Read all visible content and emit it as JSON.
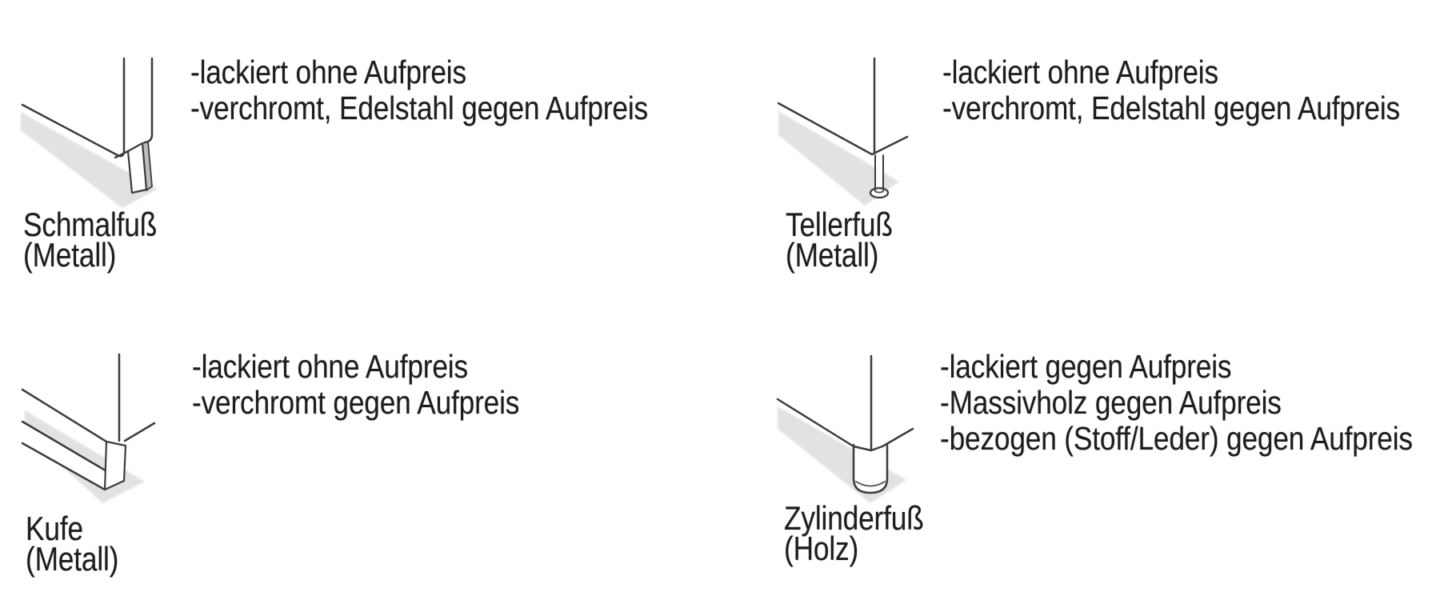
{
  "page": {
    "background": "#ffffff",
    "text_color": "#1d1d1d",
    "shadow_color": "#e2e2e2",
    "line_color": "#3c3c3c"
  },
  "items": [
    {
      "id": "schmalfuss",
      "label": "Schmalfuß",
      "material": "(Metall)",
      "illustration": "schmalfuss-corner-foot-drawing",
      "options": [
        "-lackiert ohne Aufpreis",
        "-verchromt, Edelstahl gegen Aufpreis"
      ]
    },
    {
      "id": "tellerfuss",
      "label": "Tellerfuß",
      "material": "(Metall)",
      "illustration": "tellerfuss-disc-foot-drawing",
      "options": [
        "-lackiert ohne Aufpreis",
        "-verchromt, Edelstahl gegen Aufpreis"
      ]
    },
    {
      "id": "kufe",
      "label": "Kufe",
      "material": "(Metall)",
      "illustration": "kufe-runner-foot-drawing",
      "options": [
        "-lackiert ohne Aufpreis",
        "-verchromt gegen Aufpreis"
      ]
    },
    {
      "id": "zylinderfuss",
      "label": "Zylinderfuß",
      "material": "(Holz)",
      "illustration": "zylinderfuss-cylinder-foot-drawing",
      "options": [
        "-lackiert gegen Aufpreis",
        "-Massivholz gegen Aufpreis",
        "-bezogen (Stoff/Leder) gegen Aufpreis"
      ]
    }
  ]
}
